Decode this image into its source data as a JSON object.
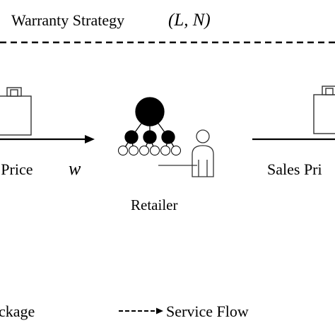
{
  "title": {
    "label": "Warranty Strategy",
    "params": "(L, N)"
  },
  "left_flow": {
    "label": "e Price",
    "symbol": "w"
  },
  "retailer": {
    "label": "Retailer"
  },
  "right_flow": {
    "label": "Sales Pri"
  },
  "legend": {
    "package_label": "ckage",
    "service_label": "Service Flow"
  },
  "icons": [
    "product-package-icon",
    "org-hierarchy-icon",
    "person-icon",
    "arrow-right-icon",
    "dashed-arrow-icon"
  ],
  "colors": {
    "stroke": "#000000",
    "background": "#ffffff",
    "icon_stroke": "#333333"
  }
}
